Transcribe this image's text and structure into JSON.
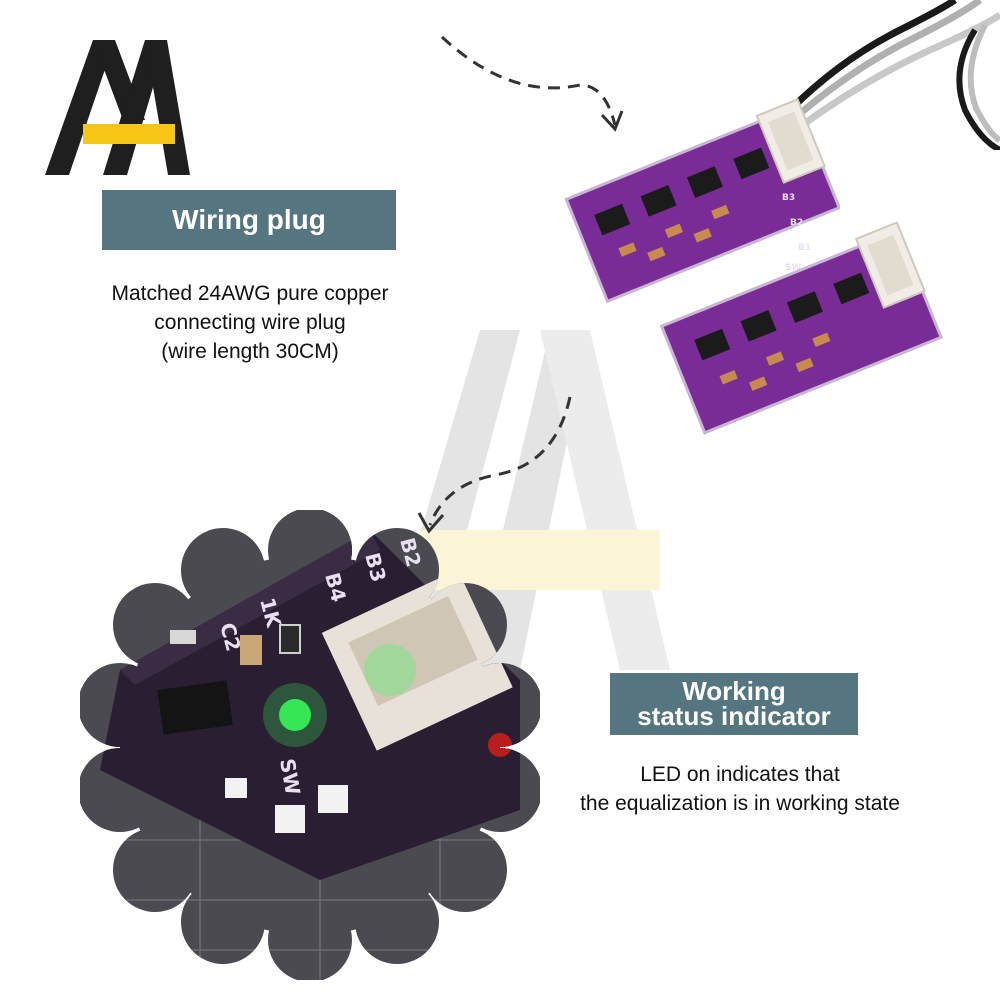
{
  "brand": {
    "logo_name": "AA-logo",
    "colors": {
      "dark": "#1f1f1f",
      "accent": "#f5c518"
    }
  },
  "wiring_section": {
    "title": "Wiring plug",
    "description": [
      "Matched 24AWG pure copper",
      "connecting wire plug",
      "(wire length 30CM)"
    ]
  },
  "indicator_section": {
    "title_lines": [
      "Working",
      "status indicator"
    ],
    "description": [
      "LED on indicates that",
      "the equalization is in working state"
    ]
  },
  "board_silkscreen": {
    "closeup": [
      "B3",
      "B4",
      "1K",
      "C2",
      "SW",
      "B2"
    ],
    "small_boards": [
      "B1",
      "B2",
      "B3",
      "SW"
    ]
  },
  "colors": {
    "label_bg": "#557580",
    "pcb": "#7a2c96",
    "pcb_dark": "#2a1e33",
    "led": "#39ff5a"
  }
}
